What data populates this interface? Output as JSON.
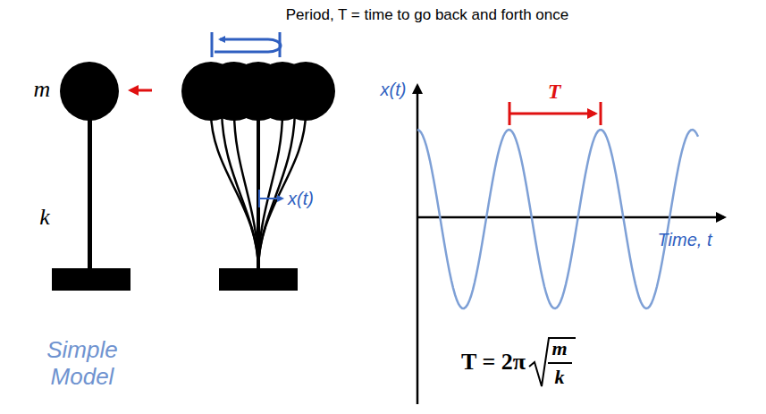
{
  "diagram": {
    "title": "Period, T = time to go back and forth once",
    "labels": [
      "m",
      "k",
      "Simple Model",
      "x(t)",
      "x(t)",
      "T",
      "Time, t",
      "T = 2π",
      "m",
      "k"
    ]
  }
}
